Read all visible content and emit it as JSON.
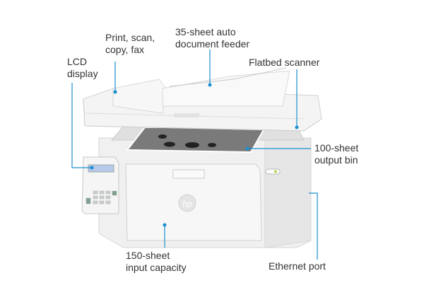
{
  "callouts": {
    "print_scan": "Print, scan,\ncopy, fax",
    "adf": "35-sheet auto\ndocument feeder",
    "lcd": "LCD\ndisplay",
    "flatbed": "Flatbed scanner",
    "output_bin": "100-sheet\noutput bin",
    "input": "150-sheet\ninput capacity",
    "ethernet": "Ethernet port"
  },
  "brand_logo": "hp",
  "colors": {
    "accent": "#1a8fcf",
    "body": "#f1f1f1",
    "text": "#333333"
  }
}
